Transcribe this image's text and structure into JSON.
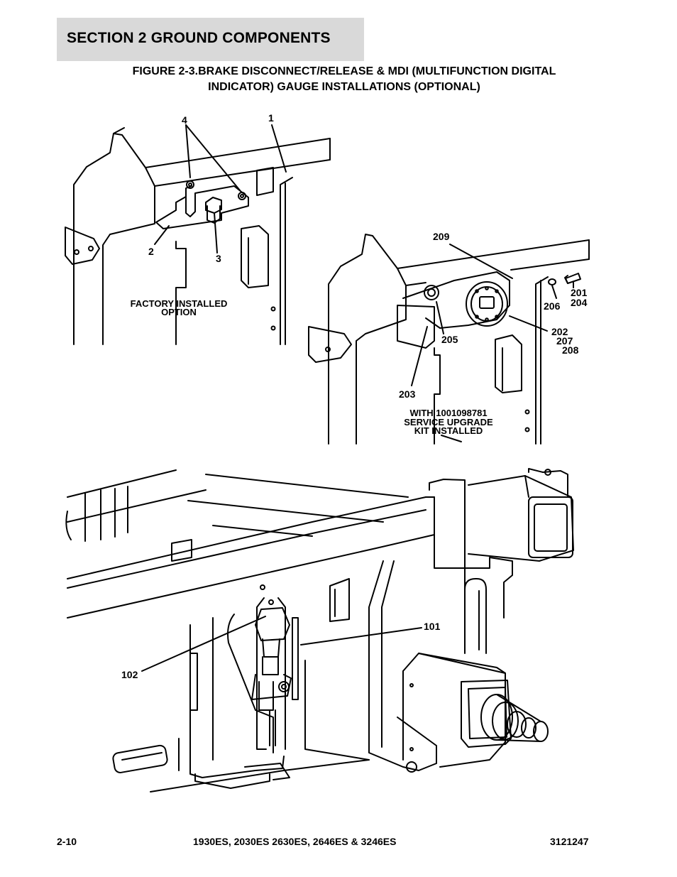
{
  "header": {
    "section_title": "SECTION 2   GROUND COMPONENTS"
  },
  "figure": {
    "title_line1": "FIGURE 2-3.BRAKE DISCONNECT/RELEASE & MDI (MULTIFUNCTION DIGITAL",
    "title_line2": "INDICATOR) GAUGE INSTALLATIONS (OPTIONAL)"
  },
  "views": {
    "factory": {
      "callouts": [
        "4",
        "1",
        "2",
        "3"
      ],
      "caption_line1": "FACTORY INSTALLED",
      "caption_line2": "OPTION"
    },
    "upgrade": {
      "callouts": [
        "209",
        "201",
        "204",
        "206",
        "202",
        "207",
        "208",
        "205",
        "203"
      ],
      "caption_line1": "WITH 1001098781",
      "caption_line2": "SERVICE UPGRADE",
      "caption_line3": "KIT INSTALLED"
    },
    "brake": {
      "callouts": [
        "101",
        "102"
      ]
    }
  },
  "footer": {
    "page_number": "2-10",
    "models": "1930ES, 2030ES 2630ES, 2646ES & 3246ES",
    "doc_number": "3121247"
  }
}
